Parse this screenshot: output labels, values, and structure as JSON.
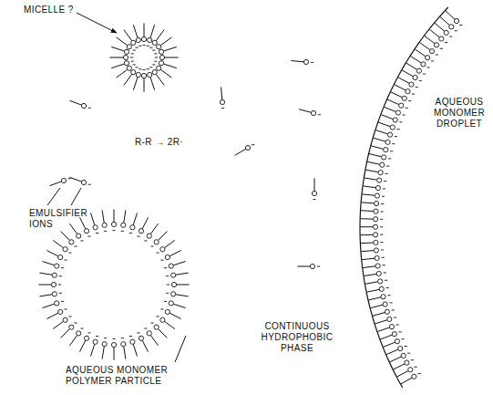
{
  "diagram": {
    "labels": [
      "MICELLE ?",
      "R-R → 2R·",
      "EMULSIFIER IONS",
      "AQUEOUS MONOMER DROPLET",
      "AQUEOUS MONOMER POLYMER PARTICLE",
      "CONTINUOUS HYDROPHOBIC PHASE"
    ]
  }
}
